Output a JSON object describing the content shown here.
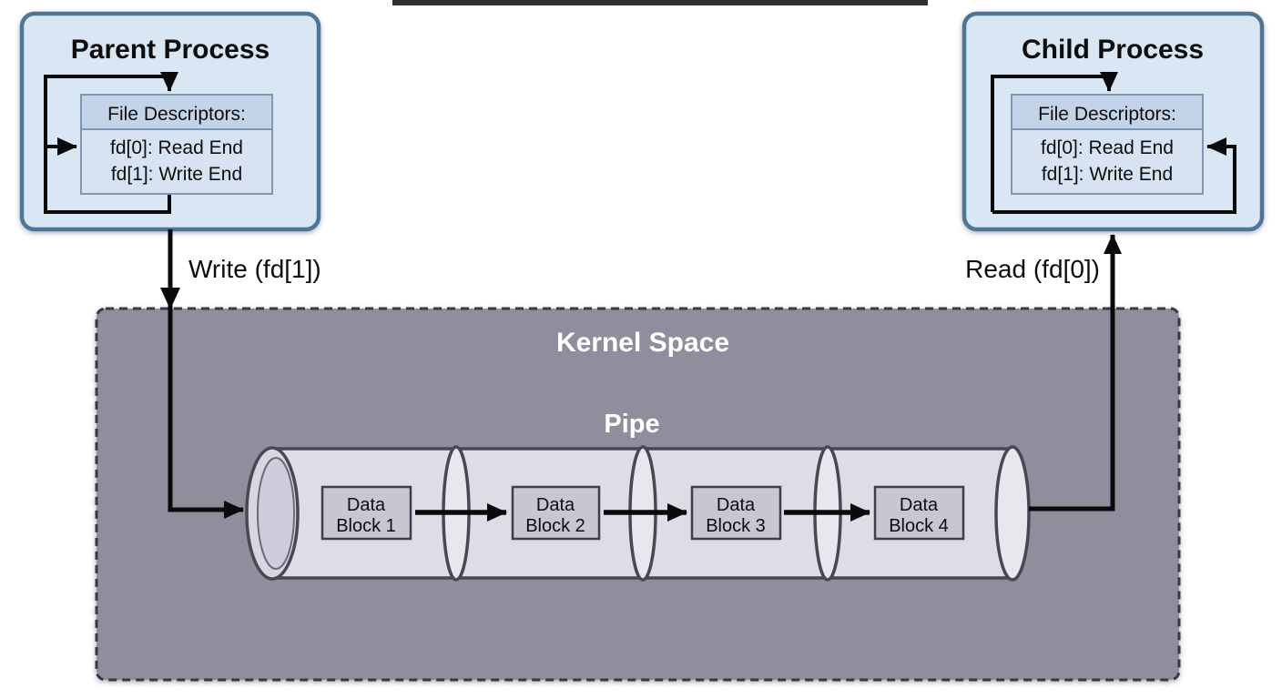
{
  "diagram_type": "ipc-pipe-diagram",
  "parent_process": {
    "title": "Parent Process",
    "fd_header": "File Descriptors:",
    "fd0": "fd[0]: Read End",
    "fd1": "fd[1]: Write End"
  },
  "child_process": {
    "title": "Child Process",
    "fd_header": "File Descriptors:",
    "fd0": "fd[0]: Read End",
    "fd1": "fd[1]: Write End"
  },
  "edges": {
    "write_label": "Write (fd[1])",
    "read_label": "Read (fd[0])"
  },
  "kernel": {
    "title": "Kernel Space",
    "pipe_label": "Pipe",
    "blocks": [
      {
        "line1": "Data",
        "line2": "Block 1"
      },
      {
        "line1": "Data",
        "line2": "Block 2"
      },
      {
        "line1": "Data",
        "line2": "Block 3"
      },
      {
        "line1": "Data",
        "line2": "Block 4"
      }
    ]
  },
  "colors": {
    "process_fill": "#d9e7f5",
    "process_border": "#4b7697",
    "fd_header_fill": "#c3d4e8",
    "fd_body_fill": "#d7e3f2",
    "fd_border": "#7e97b3",
    "kernel_fill": "#908d9c",
    "kernel_border": "#3a3842",
    "pipe_body_fill": "#dedce5",
    "pipe_outline": "#4a4754",
    "ring_fill": "#e9e7ee",
    "cap_fill": "#d9d6e2",
    "block_fill": "#c9c6d4",
    "block_border": "#413e4b",
    "arrow_color": "#0a0a0a",
    "label_light": "#ffffff"
  }
}
